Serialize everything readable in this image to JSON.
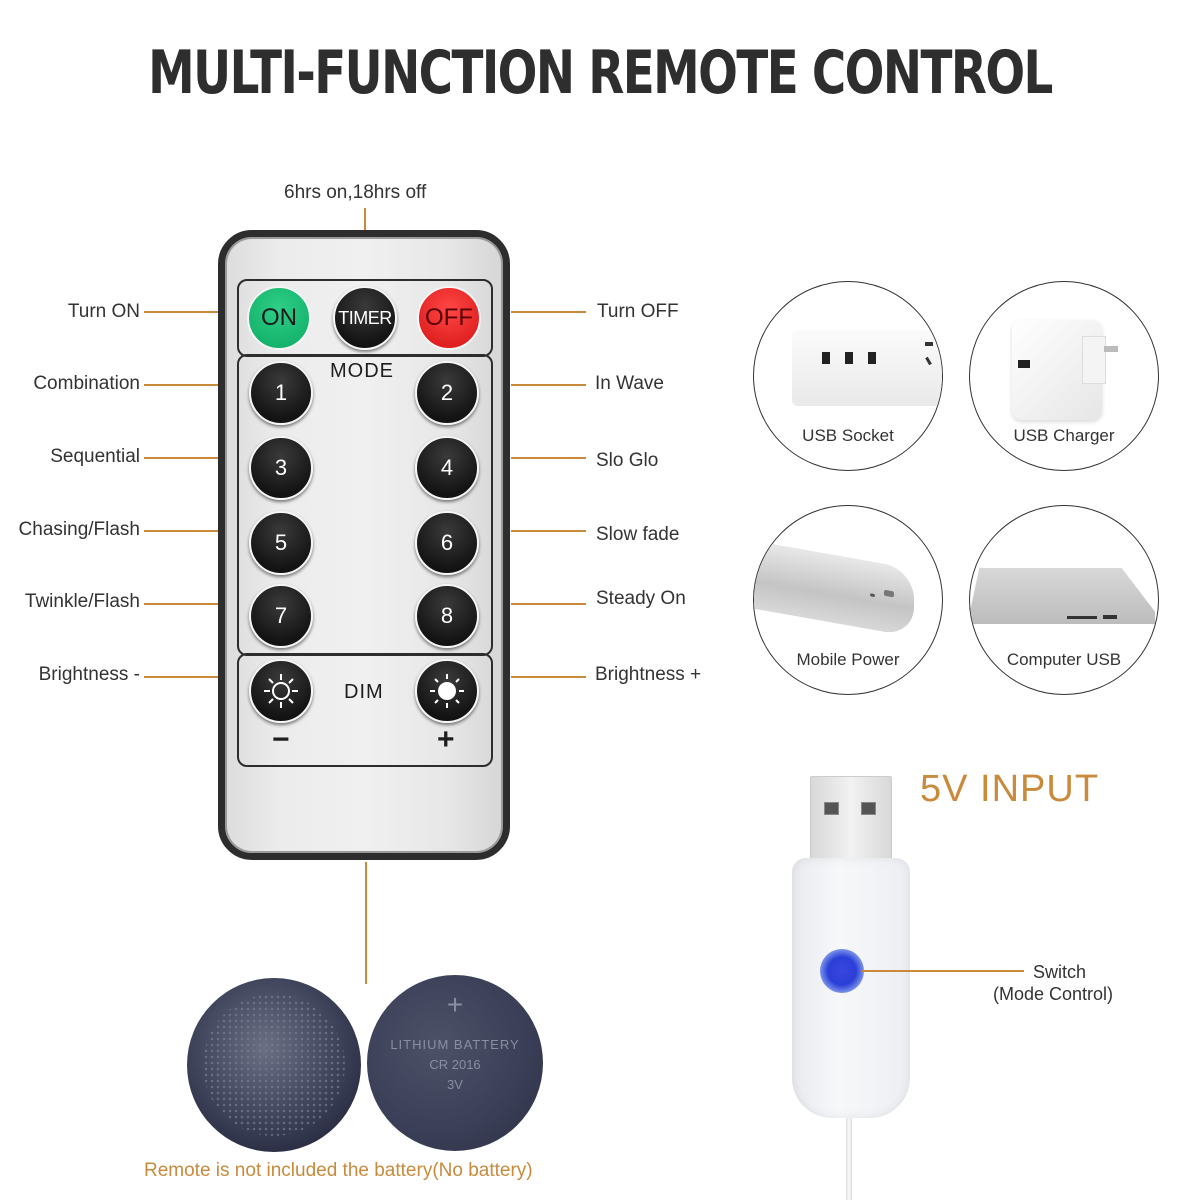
{
  "title": "MULTI-FUNCTION REMOTE CONTROL",
  "timer_note": "6hrs on,18hrs off",
  "colors": {
    "leader_line": "#c98a3c",
    "accent_text": "#c98a3c",
    "on_button": "#15b36c",
    "off_button": "#e02020",
    "remote_body": "#2d2d2d",
    "switch_led": "#2a3fd6"
  },
  "remote": {
    "top_row": [
      {
        "label": "ON",
        "color": "green"
      },
      {
        "label": "TIMER",
        "color": "black"
      },
      {
        "label": "OFF",
        "color": "red"
      }
    ],
    "mode_label": "MODE",
    "mode_buttons": [
      "1",
      "2",
      "3",
      "4",
      "5",
      "6",
      "7",
      "8"
    ],
    "dim_label": "DIM",
    "dim_minus": "−",
    "dim_plus": "+",
    "dim_icons": [
      "sun-outline-icon",
      "sun-filled-icon"
    ]
  },
  "left_labels": [
    "Turn ON",
    "Combination",
    "Sequential",
    "Chasing/Flash",
    "Twinkle/Flash",
    "Brightness -"
  ],
  "right_labels": [
    "Turn OFF",
    "In Wave",
    "Slo Glo",
    "Slow fade",
    "Steady On",
    "Brightness +"
  ],
  "power_sources": [
    {
      "label": "USB Socket",
      "icon": "power-strip-icon"
    },
    {
      "label": "USB Charger",
      "icon": "wall-charger-icon"
    },
    {
      "label": "Mobile Power",
      "icon": "power-bank-icon"
    },
    {
      "label": "Computer USB",
      "icon": "laptop-icon"
    }
  ],
  "usb": {
    "input_label": "5V INPUT",
    "switch_label_line1": "Switch",
    "switch_label_line2": "(Mode Control)"
  },
  "battery": {
    "engraving": [
      "LITHIUM BATTERY",
      "CR 2016",
      "3V"
    ],
    "note": "Remote is not included the battery(No battery)"
  }
}
